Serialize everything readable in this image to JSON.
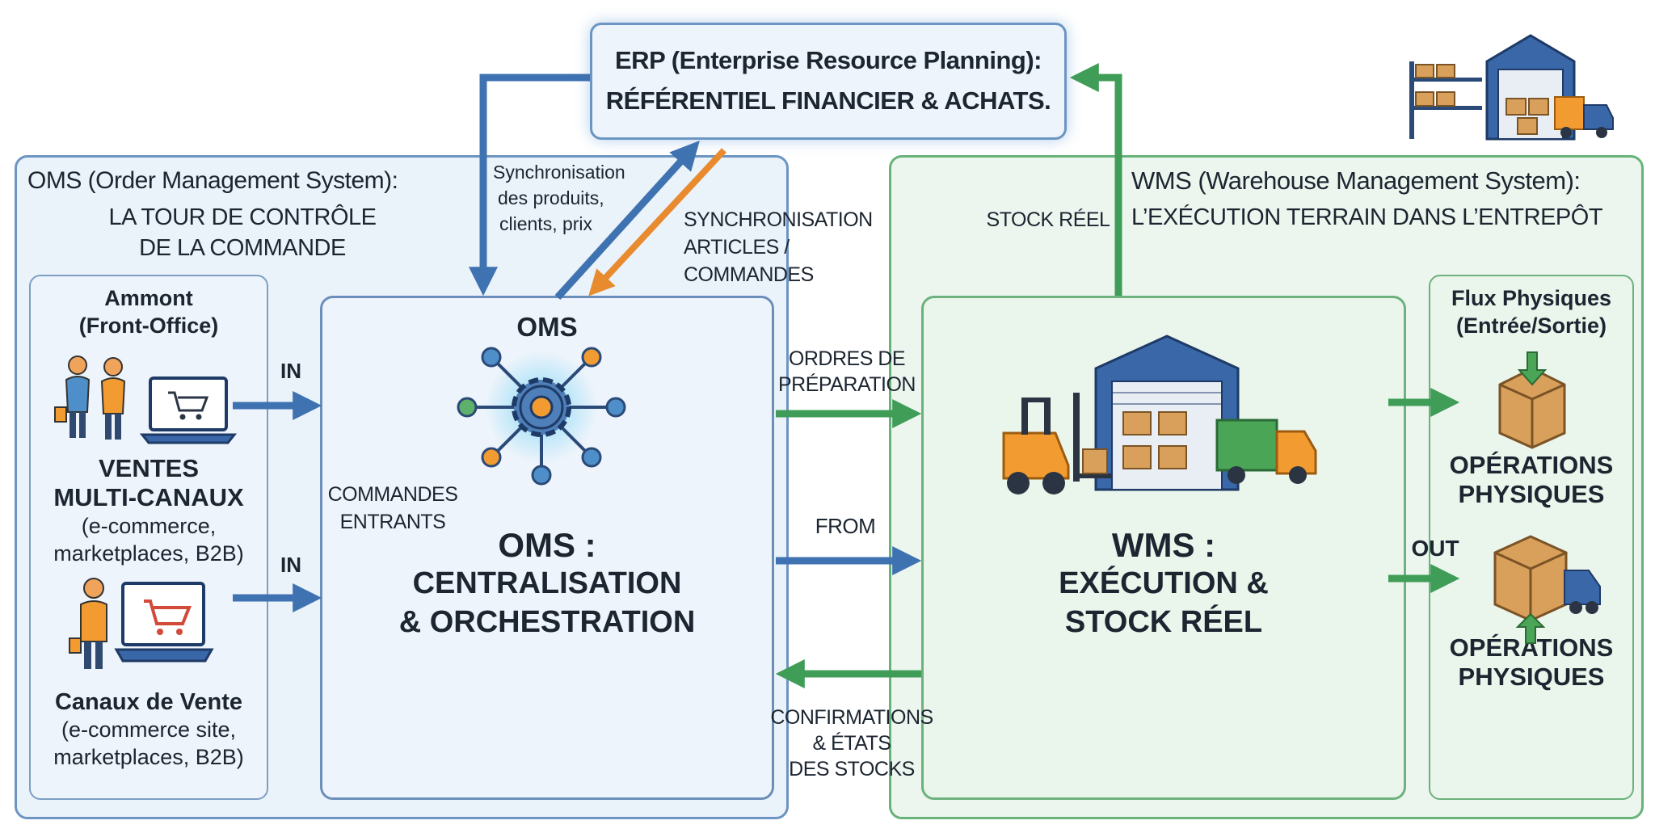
{
  "erp": {
    "title": "ERP (Enterprise Resource Planning):",
    "subtitle": "RÉFÉRENTIEL FINANCIER & ACHATS."
  },
  "oms_region": {
    "title_line1": "OMS (Order Management System):",
    "title_line2": "LA TOUR DE CONTRÔLE",
    "title_line3": "DE LA COMMANDE"
  },
  "wms_region": {
    "title_line1": "WMS (Warehouse Management System):",
    "title_line2": "L’EXÉCUTION TERRAIN DANS L’ENTREPÔT"
  },
  "amont": {
    "title_line1": "Ammont",
    "title_line2": "(Front-Office)",
    "ventes_line1": "VENTES",
    "ventes_line2": "MULTI-CANAUX",
    "ventes_line3": "(e-commerce,",
    "ventes_line4": "marketplaces, B2B)",
    "canaux_line1": "Canaux de Vente",
    "canaux_line2": "(e-commerce site,",
    "canaux_line3": "marketplaces, B2B)"
  },
  "oms_box": {
    "top_label": "OMS",
    "commandes_line1": "COMMANDES",
    "commandes_line2": "ENTRANTS",
    "main_line1": "OMS :",
    "main_line2": "CENTRALISATION",
    "main_line3": "& ORCHESTRATION"
  },
  "wms_box": {
    "main_line1": "WMS :",
    "main_line2": "EXÉCUTION &",
    "main_line3": "STOCK RÉEL"
  },
  "flux": {
    "title_line1": "Flux Physiques",
    "title_line2": "(Entrée/Sortie)",
    "op1_line1": "OPÉRATIONS",
    "op1_line2": "PHYSIQUES",
    "op2_line1": "OPÉRATIONS",
    "op2_line2": "PHYSIQUES"
  },
  "labels": {
    "in_1": "IN",
    "in_2": "IN",
    "sync_products_line1": "Synchronisation",
    "sync_products_line2": "des produits,",
    "sync_products_line3": "clients, prix",
    "sync_articles_line1": "SYNCHRONISATION",
    "sync_articles_line2": "ARTICLES /",
    "sync_articles_line3": "COMMANDES",
    "stock_reel": "STOCK RÉEL",
    "ordres_line1": "ORDRES DE",
    "ordres_line2": "PRÉPARATION",
    "from": "FROM",
    "confirm_line1": "CONFIRMATIONS",
    "confirm_line2": "& ÉTATS",
    "confirm_line3": "DES STOCKS",
    "out": "OUT"
  },
  "colors": {
    "blue_arrow": "#3f72b0",
    "green_arrow": "#3f9d58",
    "orange_arrow": "#e88a2e",
    "oms_region_bg": "#eaf2fa",
    "wms_region_bg": "#ecf6ee"
  },
  "icons": [
    "warehouse-icon",
    "people-shopping-icon",
    "laptop-cart-icon",
    "person-laptop-cart-icon",
    "gear-network-icon",
    "forklift-warehouse-truck-icon",
    "box-in-icon",
    "box-truck-icon"
  ]
}
